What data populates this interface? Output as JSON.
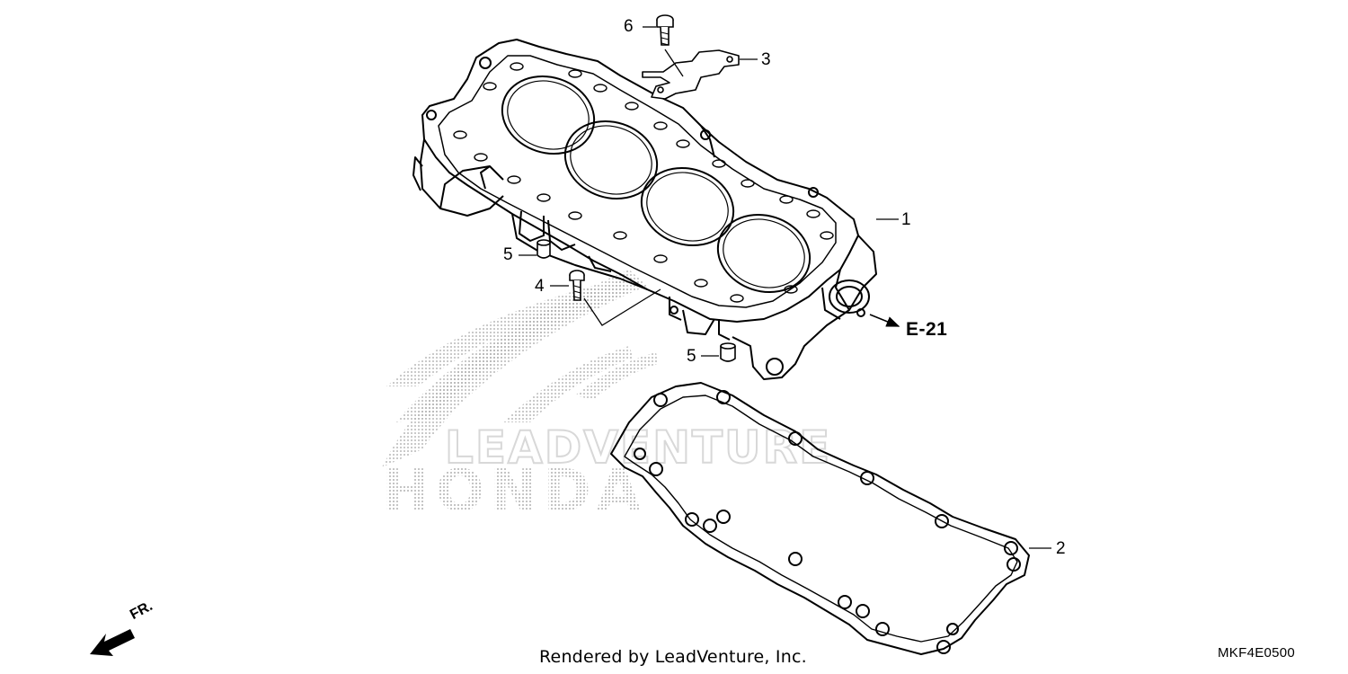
{
  "diagram": {
    "callouts": {
      "part_1": "1",
      "part_2": "2",
      "part_3": "3",
      "part_4": "4",
      "part_5a": "5",
      "part_5b": "5",
      "part_6": "6"
    },
    "ref_label": "E-21",
    "direction_label": "FR.",
    "watermark_brand": "HONDA",
    "watermark_text": "LEADVENTURE",
    "diagram_code": "MKF4E0500",
    "footer_credit": "Rendered by LeadVenture, Inc."
  },
  "colors": {
    "line": "#000000",
    "watermark_dots": "#9a9a9a",
    "watermark_text": "#d8d8d8",
    "background": "#ffffff"
  }
}
